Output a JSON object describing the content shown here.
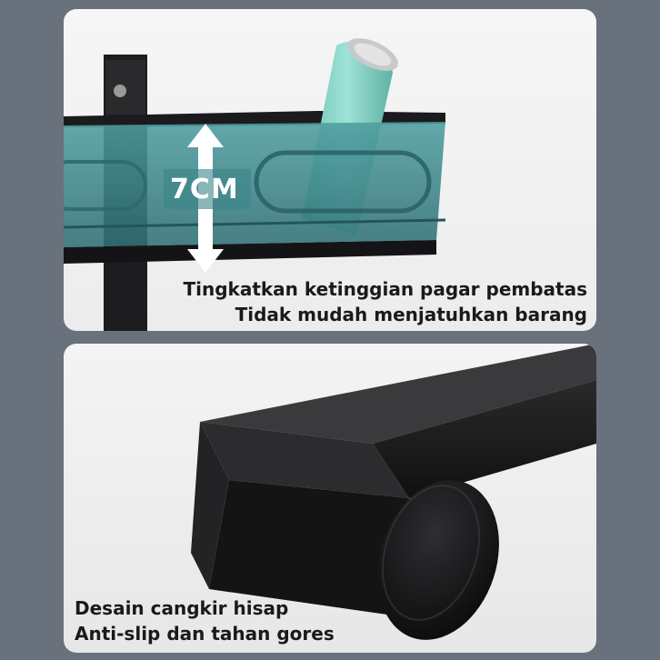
{
  "top_panel": {
    "measurement_label": "7CM",
    "caption_line1": "Tingkatkan ketinggian pagar pembatas",
    "caption_line2": "Tidak mudah menjatuhkan barang"
  },
  "bottom_panel": {
    "caption_line1": "Desain cangkir hisap",
    "caption_line2": "Anti-slip dan tahan gores"
  },
  "colors": {
    "background": "#69717c",
    "panel": "#f3f3f3",
    "highlight_teal": "#3f8f93",
    "rack_black": "#1c1c1e",
    "can_mint": "#7fd1c3"
  }
}
